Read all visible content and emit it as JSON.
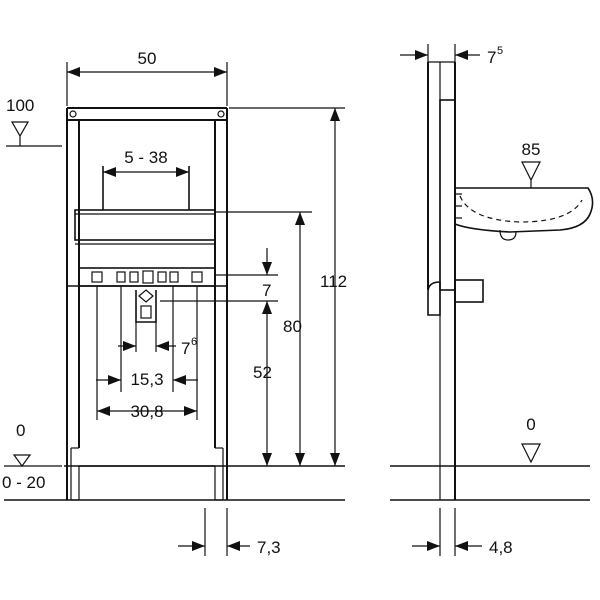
{
  "front_view": {
    "top_width": "50",
    "level_top": "100",
    "adjust_range": "5 - 38",
    "total_height": "112",
    "dim_80": "80",
    "dim_7": "7",
    "dim_52": "52",
    "dim_7_6_base": "7",
    "dim_7_6_sup": "6",
    "spacing_15_3": "15,3",
    "spacing_30_8": "30,8",
    "level_zero": "0",
    "floor_range": "0 - 20",
    "foot_width": "7,3"
  },
  "side_view": {
    "depth_base": "7",
    "depth_sup": "5",
    "basin_level": "85",
    "level_zero": "0",
    "foot_depth": "4,8"
  }
}
